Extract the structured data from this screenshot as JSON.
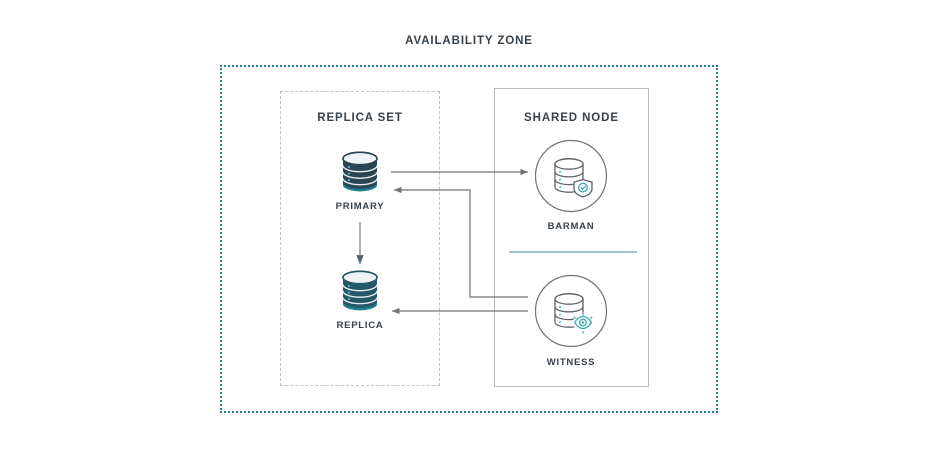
{
  "diagram": {
    "title": "AVAILABILITY ZONE",
    "groups": {
      "replica_set": {
        "title": "REPLICA SET"
      },
      "shared_node": {
        "title": "SHARED NODE"
      }
    },
    "nodes": {
      "primary": {
        "label": "PRIMARY",
        "icon": "database-cylinder-icon"
      },
      "replica": {
        "label": "REPLICA",
        "icon": "database-cylinder-icon"
      },
      "barman": {
        "label": "BARMAN",
        "icon": "database-shield-icon"
      },
      "witness": {
        "label": "WITNESS",
        "icon": "database-eye-icon"
      }
    },
    "colors": {
      "zone_border": "#2a7ca8",
      "replica_set_border": "#c2c2c2",
      "shared_node_border": "#b9b9b9",
      "divider": "#9cc5d8",
      "text": "#394149",
      "connector": "#6f7579",
      "db_dark": "#2b4553",
      "db_teal": "#1d7f8f",
      "icon_line": "#5a6268",
      "badge_accent": "#3fa9b5"
    }
  }
}
